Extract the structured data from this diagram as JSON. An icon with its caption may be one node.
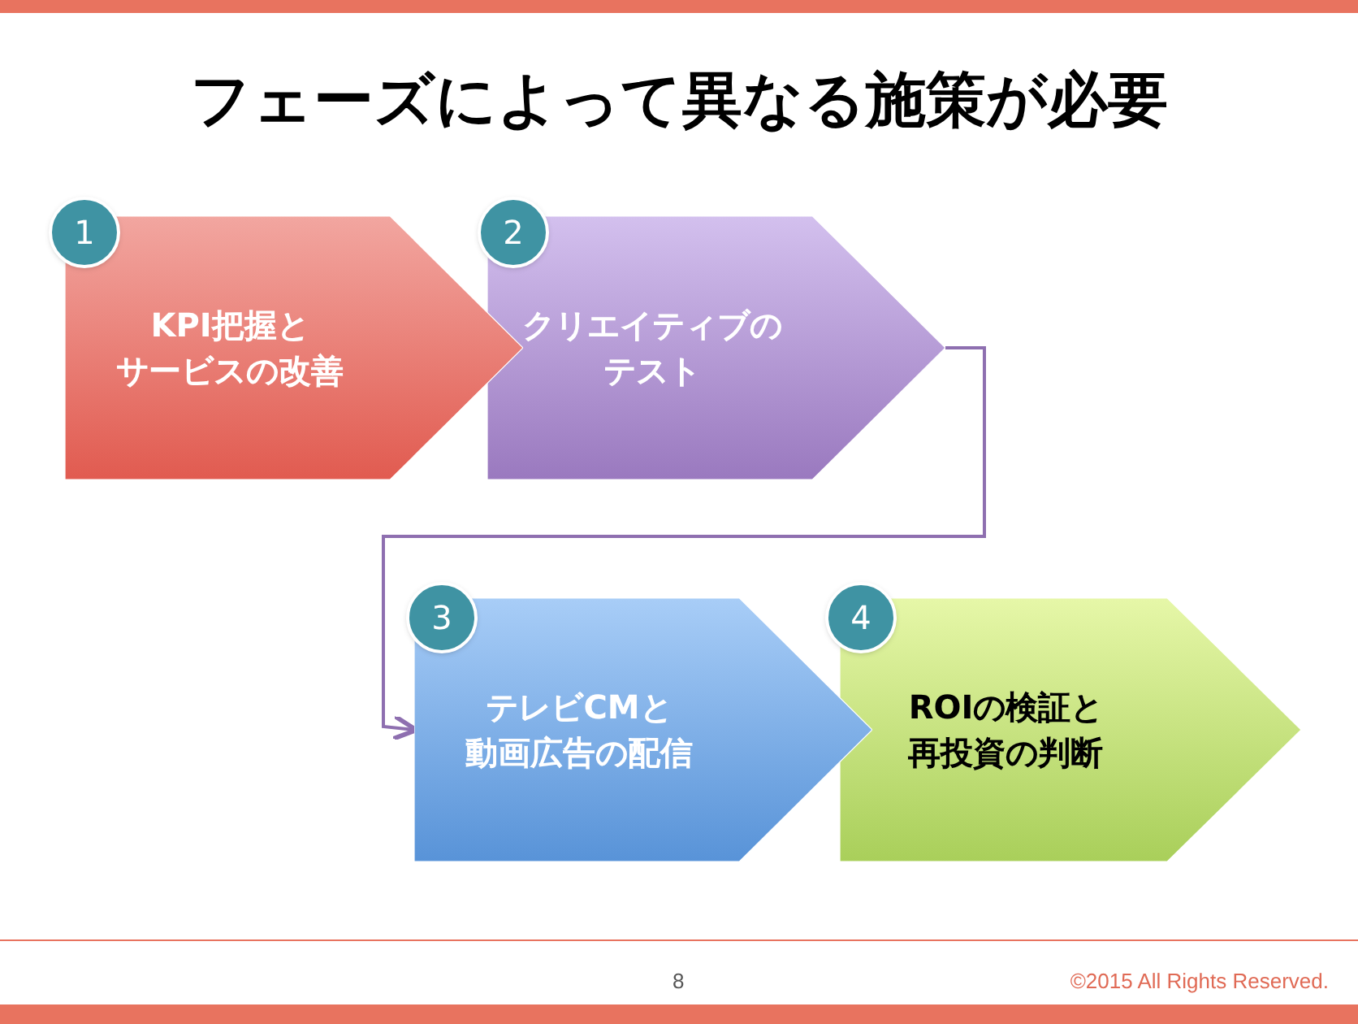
{
  "diagram": {
    "title": "フェーズによって異なる施策が必要",
    "nodes": [
      {
        "text": [
          "1"
        ]
      },
      {
        "text": [
          "KPI把握とサービスの改善"
        ]
      },
      {
        "text": [
          "2"
        ]
      },
      {
        "text": [
          "クリエイティブのテスト"
        ]
      },
      {
        "text": [
          "3"
        ]
      },
      {
        "text": [
          "テレビCMと動画広告の配信"
        ]
      },
      {
        "text": [
          "4"
        ]
      },
      {
        "text": [
          "ROIの検証と再投資の判断"
        ]
      }
    ],
    "edges": [
      {
        "from": 3,
        "to": 5,
        "arrow": "to",
        "color": "#8e6fb0"
      }
    ],
    "labels": [
      "8",
      "©2015 All Rights Reserved."
    ]
  }
}
